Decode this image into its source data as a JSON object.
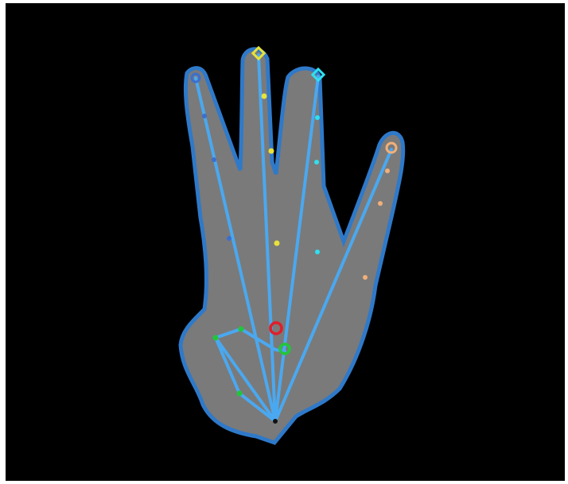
{
  "image": {
    "description_colors": {
      "background": "#000000",
      "hand_fill": "#7a7a7a",
      "hand_outline": "#2f79c9",
      "skeleton": "#4aa8f0"
    },
    "markers": [
      {
        "name": "index-tip-marker",
        "color": "#3a6fd0",
        "shape": "ring"
      },
      {
        "name": "middle-tip-marker",
        "color": "#e8e23a",
        "shape": "diamond-ring"
      },
      {
        "name": "ring-tip-marker",
        "color": "#2ee0f0",
        "shape": "diamond-ring"
      },
      {
        "name": "pinky-tip-marker",
        "color": "#f0b07a",
        "shape": "ring"
      },
      {
        "name": "palm-center-marker",
        "color": "#e01e2a",
        "shape": "ring"
      },
      {
        "name": "thumb-base-marker",
        "color": "#22c53a",
        "shape": "ring"
      }
    ]
  }
}
